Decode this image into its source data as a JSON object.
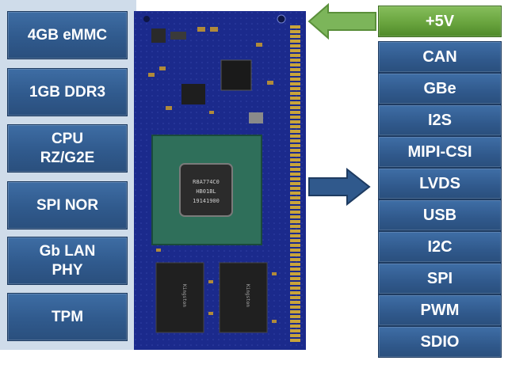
{
  "left_blocks": [
    {
      "label": "4GB eMMC"
    },
    {
      "label": "1GB DDR3"
    },
    {
      "label": "CPU\nRZ/G2E"
    },
    {
      "label": "SPI NOR"
    },
    {
      "label": "Gb LAN\nPHY"
    },
    {
      "label": "TPM"
    }
  ],
  "interfaces": [
    "+5V",
    "CAN",
    "GBe",
    "I2S",
    "MIPI-CSI",
    "LVDS",
    "USB",
    "I2C",
    "SPI",
    "PWM",
    "SDIO"
  ],
  "chip_markings": {
    "cpu": [
      "R8A774C0",
      "HB01BL",
      "19141900"
    ],
    "ram": "Kingston"
  },
  "colors": {
    "block_blue": "#30598c",
    "power_green": "#69a43e",
    "board_blue": "#1b2a8c",
    "arrow_green": "#7cb55a"
  }
}
